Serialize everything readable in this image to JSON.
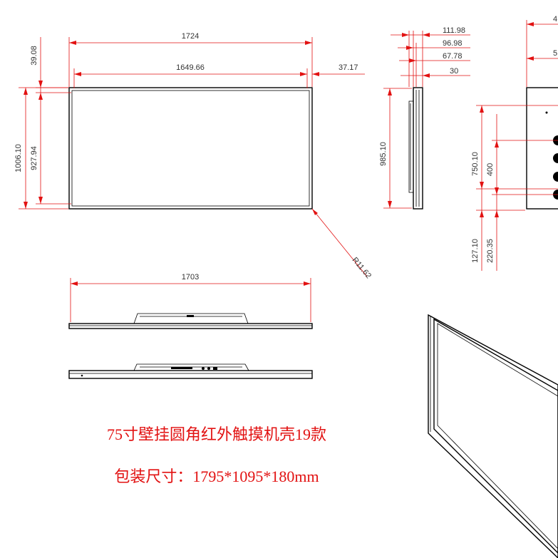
{
  "dimensions": {
    "width_outer": "1724",
    "width_inner": "1649.66",
    "bezel_top": "39.08",
    "bezel_right": "37.17",
    "height_outer": "1006.10",
    "height_inner": "927.94",
    "corner_radius": "R11.62",
    "bottom_width": "1703",
    "side_depth_1": "111.98",
    "side_depth_2": "96.98",
    "side_depth_3": "67.78",
    "side_depth_4": "30",
    "side_height": "985.10",
    "mount_span": "750.10",
    "mount_vesa": "400",
    "mount_bottom_1": "127.10",
    "mount_bottom_2": "220.35",
    "cut_top_1": "4",
    "cut_top_2": "5"
  },
  "caption": {
    "title": "75寸壁挂圆角红外触摸机壳19款",
    "package": "包装尺寸：1795*1095*180mm"
  }
}
